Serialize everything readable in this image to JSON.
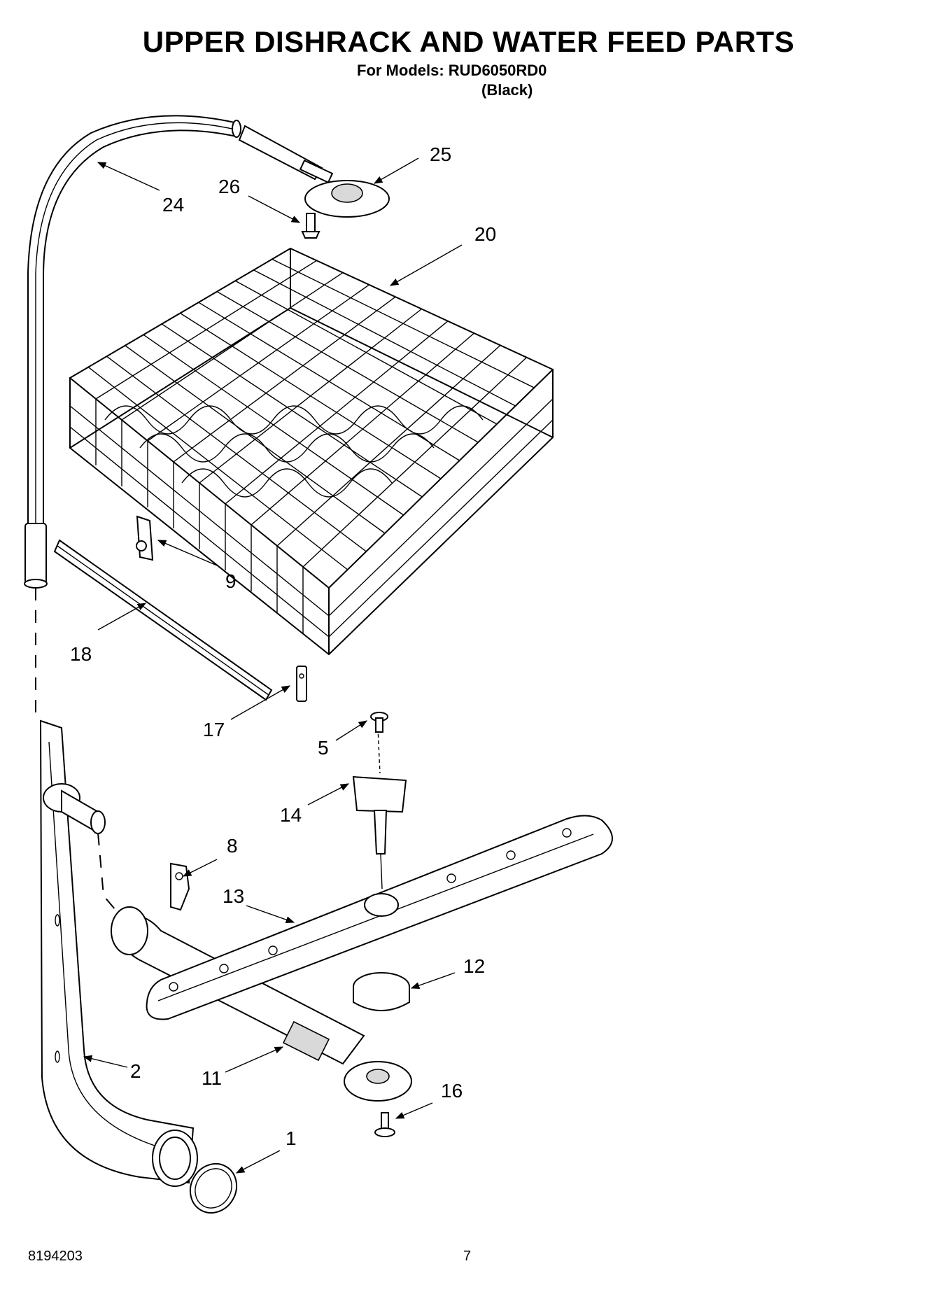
{
  "header": {
    "title": "UPPER DISHRACK AND WATER FEED PARTS",
    "models_line": "For Models: RUD6050RD0",
    "color_line": "(Black)"
  },
  "callouts": [
    "1",
    "2",
    "5",
    "8",
    "9",
    "11",
    "12",
    "13",
    "14",
    "16",
    "17",
    "18",
    "20",
    "24",
    "25",
    "26"
  ],
  "footer": {
    "doc_number": "8194203",
    "page_number": "7"
  }
}
